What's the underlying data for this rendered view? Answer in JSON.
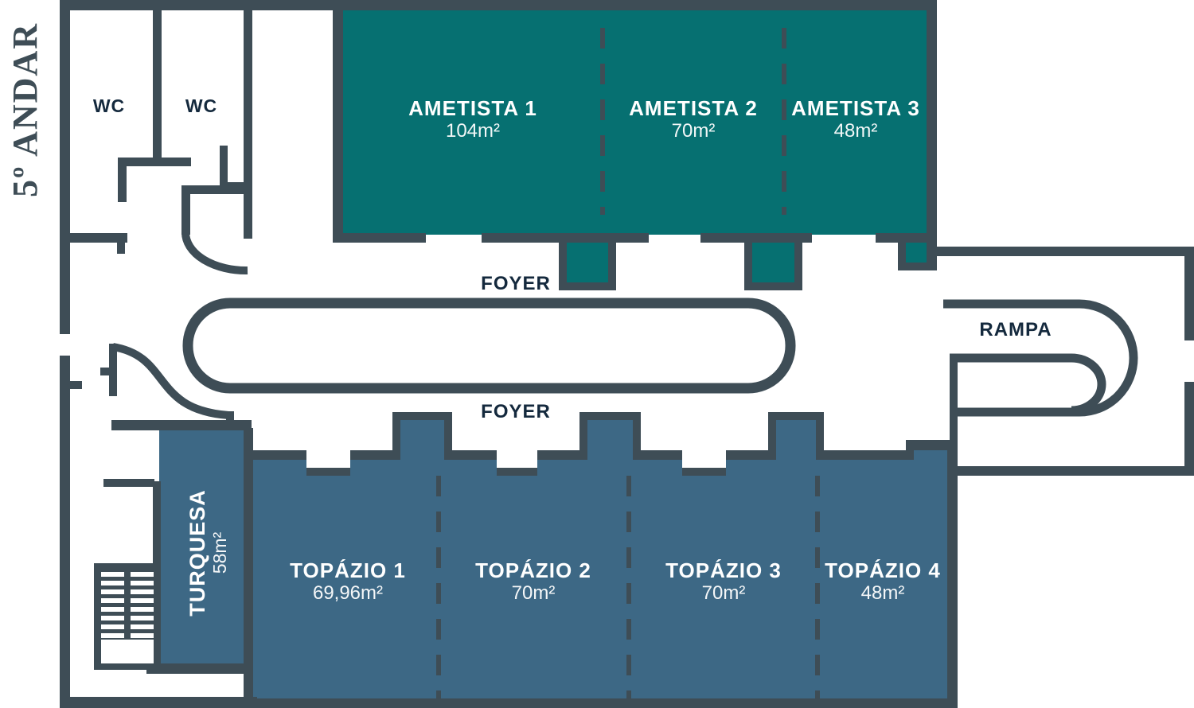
{
  "floor_title": "5º ANDAR",
  "labels": {
    "wc_left": "WC",
    "wc_right": "WC",
    "foyer_upper": "FOYER",
    "foyer_lower": "FOYER",
    "rampa": "RAMPA"
  },
  "rooms": {
    "ametista": [
      {
        "name": "AMETISTA 1",
        "area": "104m²"
      },
      {
        "name": "AMETISTA 2",
        "area": "70m²"
      },
      {
        "name": "AMETISTA 3",
        "area": "48m²"
      }
    ],
    "topazio": [
      {
        "name": "TOPÁZIO 1",
        "area": "69,96m²"
      },
      {
        "name": "TOPÁZIO 2",
        "area": "70m²"
      },
      {
        "name": "TOPÁZIO 3",
        "area": "70m²"
      },
      {
        "name": "TOPÁZIO 4",
        "area": "48m²"
      }
    ],
    "turquesa": {
      "name": "TURQUESA",
      "area": "58m²"
    }
  },
  "colors": {
    "wall": "#3e4d56",
    "ametista_fill": "#067071",
    "topazio_fill": "#3d6885",
    "room_label_text": "#ffffff",
    "plan_text": "#14293d",
    "background": "#ffffff"
  }
}
